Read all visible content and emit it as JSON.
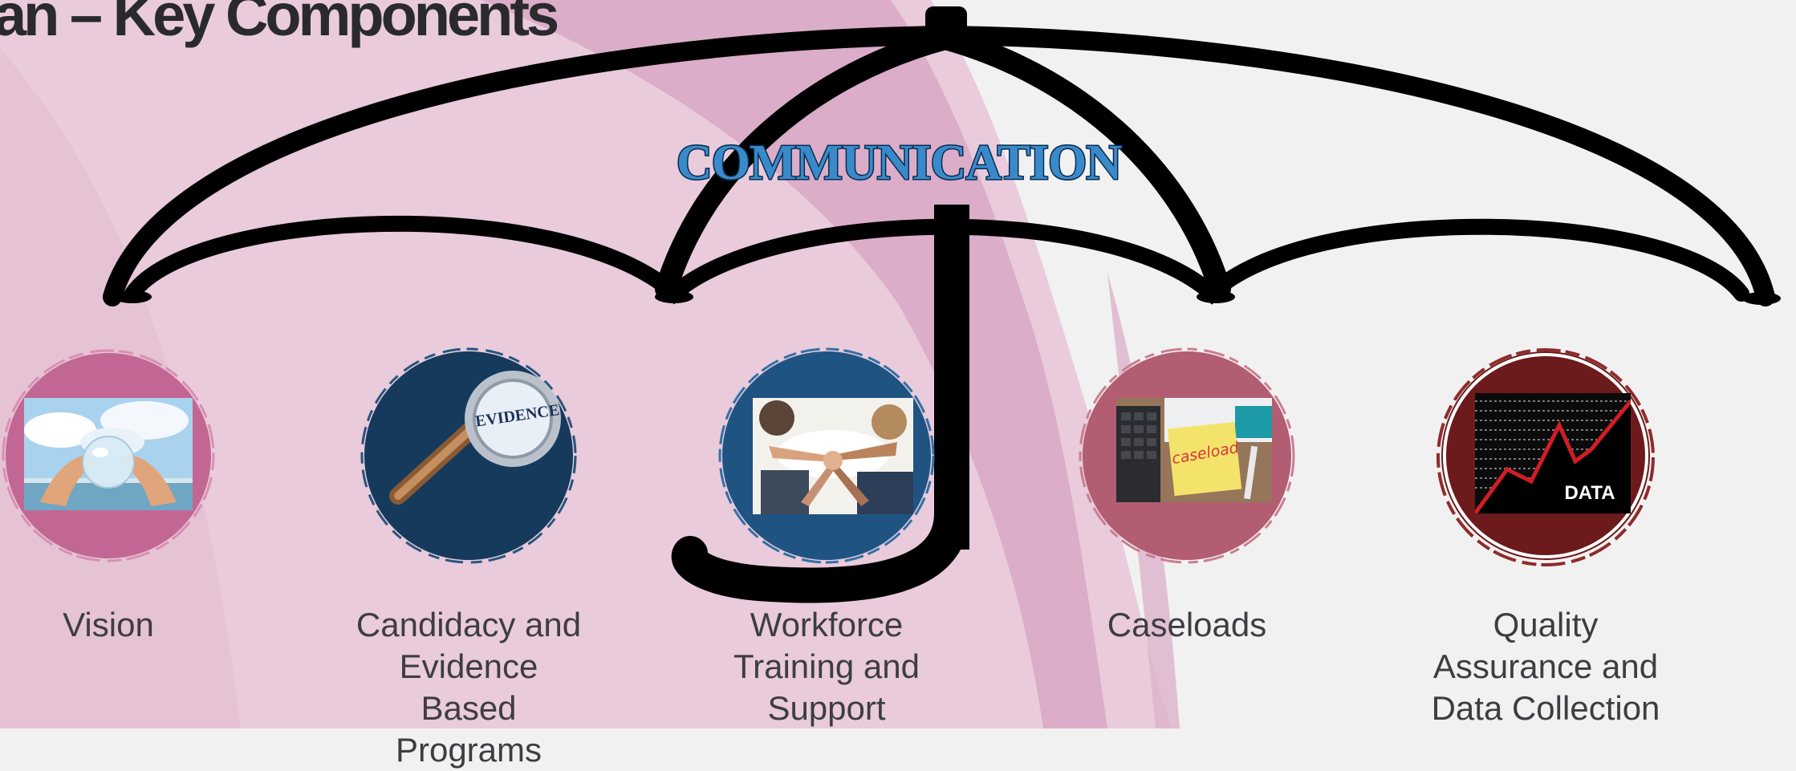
{
  "slide": {
    "title": "an – Key Components"
  },
  "umbrella": {
    "label": "COMMUNICATION"
  },
  "components": [
    {
      "label": "Vision",
      "icon": "crystal-ball-icon",
      "circle_color": "#c26793"
    },
    {
      "label": "Candidacy and Evidence Based Programs",
      "icon": "magnifier-evidence-icon",
      "circle_color": "#153a5c",
      "badge": "EVIDENCE"
    },
    {
      "label": "Workforce Training and Support",
      "icon": "team-hands-icon",
      "circle_color": "#1f5482"
    },
    {
      "label": "Caseloads",
      "icon": "caseload-note-icon",
      "circle_color": "#b35d72",
      "badge": "caseload"
    },
    {
      "label": "Quality Assurance and Data Collection",
      "icon": "data-chart-icon",
      "circle_color": "#6c1a1c",
      "badge": "DATA"
    }
  ],
  "colors": {
    "background": "#f2f1f1",
    "pink_wash": "#e8c7d8",
    "mauve_stroke": "#d7a7c2",
    "umbrella": "#000000",
    "title_text": "#2a2a2d",
    "label_text": "#3d3d42"
  }
}
